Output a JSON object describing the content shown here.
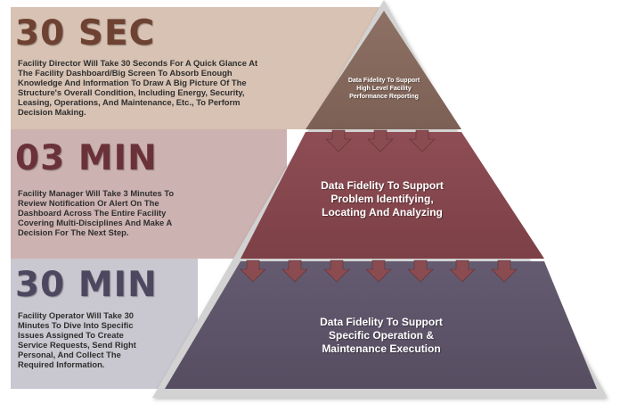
{
  "colors": {
    "band_top": "#d7c2b3",
    "band_mid": "#ccb2b1",
    "band_bottom": "#c9c7cf",
    "tier_top": "#85695d",
    "tier_mid": "#86474e",
    "tier_bottom": "#5e5569",
    "heading_top": "#6e4232",
    "heading_mid": "#6a3238",
    "heading_bottom": "#4e4760",
    "pyramid_border": "#c8c8c8",
    "arrow": "#8a4c50"
  },
  "levels": [
    {
      "heading": "30 SEC",
      "description": "Facility Director Will Take 30 Seconds For A Quick Glance At The Facility Dashboard/Big Screen To Absorb Enough Knowledge And Information To Draw A Big Picture Of The Structure's Overall Condition, Including Energy, Security, Leasing, Operations, And Maintenance, Etc., To Perform Decision Making.",
      "tier_label": "Data Fidelity To Support High Level Facility Performance Reporting"
    },
    {
      "heading": "03 MIN",
      "description": "Facility Manager Will Take 3 Minutes To Review Notification Or Alert On The Dashboard Across The Entire Facility Covering Multi-Disciplines And Make A Decision For The Next Step.",
      "tier_label": "Data Fidelity To Support Problem Identifying, Locating And Analyzing"
    },
    {
      "heading": "30 MIN",
      "description": "Facility Operator Will Take 30 Minutes To Dive Into Specific Issues Assigned To Create Service Requests, Send Right Personal, And Collect The Required Information.",
      "tier_label": "Data Fidelity To Support Specific Operation & Maintenance Execution"
    }
  ]
}
